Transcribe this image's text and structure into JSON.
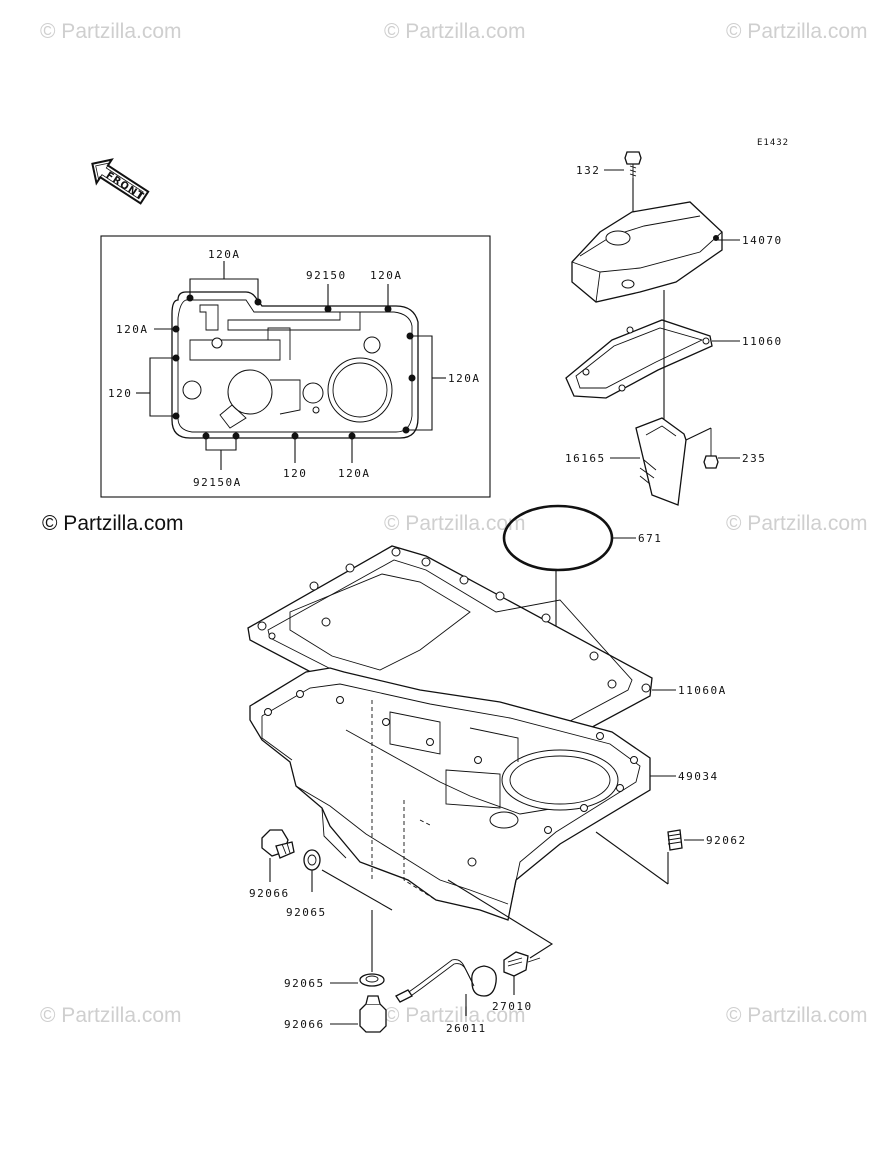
{
  "diagram_code": "E1432",
  "front_label": "FRONT",
  "copyright": "© Partzilla.com",
  "watermarks": [
    "© Partzilla.com",
    "© Partzilla.com",
    "© Partzilla.com",
    "© Partzilla.com",
    "© Partzilla.com",
    "© Partzilla.com",
    "© Partzilla.com",
    "© Partzilla.com"
  ],
  "inset_callouts": {
    "top_120a": "120A",
    "c_92150": "92150",
    "right_top_120a": "120A",
    "left_120a": "120A",
    "left_120": "120",
    "right_120a": "120A",
    "bottom_92150a": "92150A",
    "bottom_120": "120",
    "bottom_120a": "120A"
  },
  "part_callouts": {
    "p132": "132",
    "p14070": "14070",
    "p11060": "11060",
    "p16165": "16165",
    "p235": "235",
    "p671": "671",
    "p11060a": "11060A",
    "p49034": "49034",
    "p92062": "92062",
    "p92066_top": "92066",
    "p92065_top": "92065",
    "p92065_bot": "92065",
    "p92066_bot": "92066",
    "p26011": "26011",
    "p27010": "27010"
  }
}
